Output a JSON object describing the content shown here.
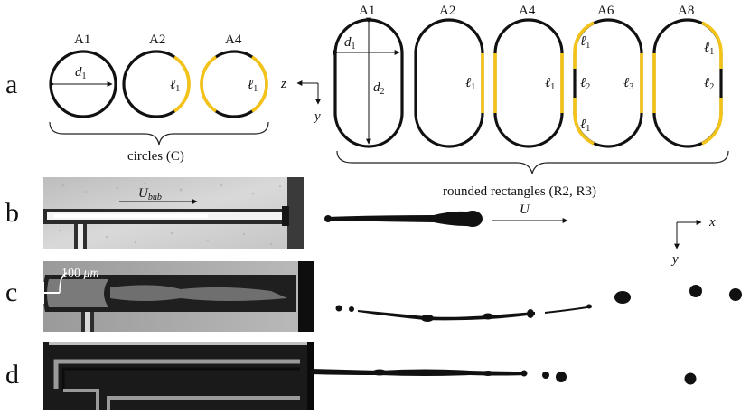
{
  "panels": {
    "a": "a",
    "b": "b",
    "c": "c",
    "d": "d"
  },
  "circles": {
    "labels": [
      "A1",
      "A2",
      "A4"
    ],
    "group_label": "circles (C)",
    "d1": "d",
    "d1_sub": "1",
    "ell1": "ℓ",
    "ell1_sub": "1"
  },
  "rects": {
    "labels": [
      "A1",
      "A2",
      "A4",
      "A6",
      "A8"
    ],
    "group_label": "rounded rectangles (R2, R3)",
    "d1": "d",
    "d1_sub": "1",
    "d2": "d",
    "d2_sub": "2",
    "ell": "ℓ",
    "sub1": "1",
    "sub2": "2",
    "sub3": "3"
  },
  "axes_a": {
    "z": "z",
    "y": "y"
  },
  "axes_b": {
    "x": "x",
    "y": "y"
  },
  "panel_b": {
    "ubub": "U",
    "ubub_sub": "bub",
    "u": "U"
  },
  "panel_c": {
    "scale": "100 ",
    "scale_unit": "μm"
  },
  "colors": {
    "highlight": "#f3c318",
    "outline": "#111111"
  }
}
